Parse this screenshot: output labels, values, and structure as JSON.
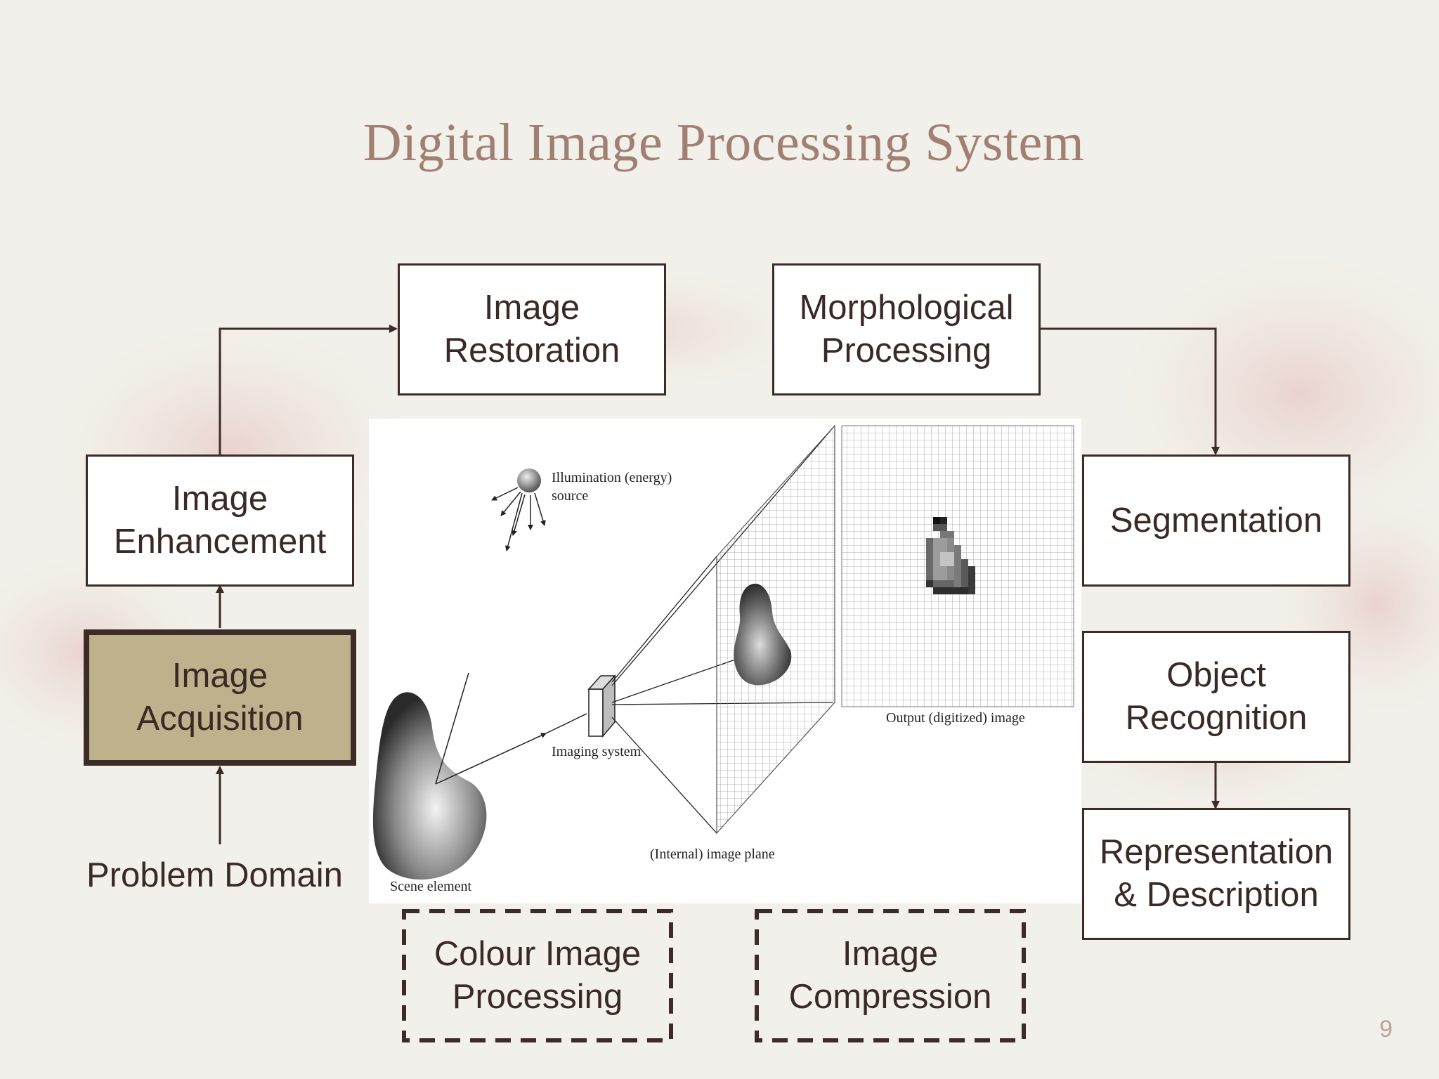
{
  "slide": {
    "title": "Digital Image Processing System",
    "page_number": "9"
  },
  "colors": {
    "title": "#a17f72",
    "box_border": "#3c2b26",
    "active_fill": "#bdb28c",
    "background": "#f2f0ea"
  },
  "boxes": {
    "image_restoration": "Image\nRestoration",
    "morphological_processing": "Morphological\nProcessing",
    "image_enhancement": "Image\nEnhancement",
    "segmentation": "Segmentation",
    "image_acquisition": "Image\nAcquisition",
    "object_recognition": "Object\nRecognition",
    "representation_description": "Representation\n& Description",
    "colour_image_processing": "Colour Image\nProcessing",
    "image_compression": "Image\nCompression"
  },
  "problem_domain": "Problem Domain",
  "figure": {
    "illumination_line1": "Illumination (energy)",
    "illumination_line2": "source",
    "imaging_system": "Imaging system",
    "internal_image_plane": "(Internal) image plane",
    "output_image": "Output (digitized) image",
    "scene_element": "Scene element"
  }
}
